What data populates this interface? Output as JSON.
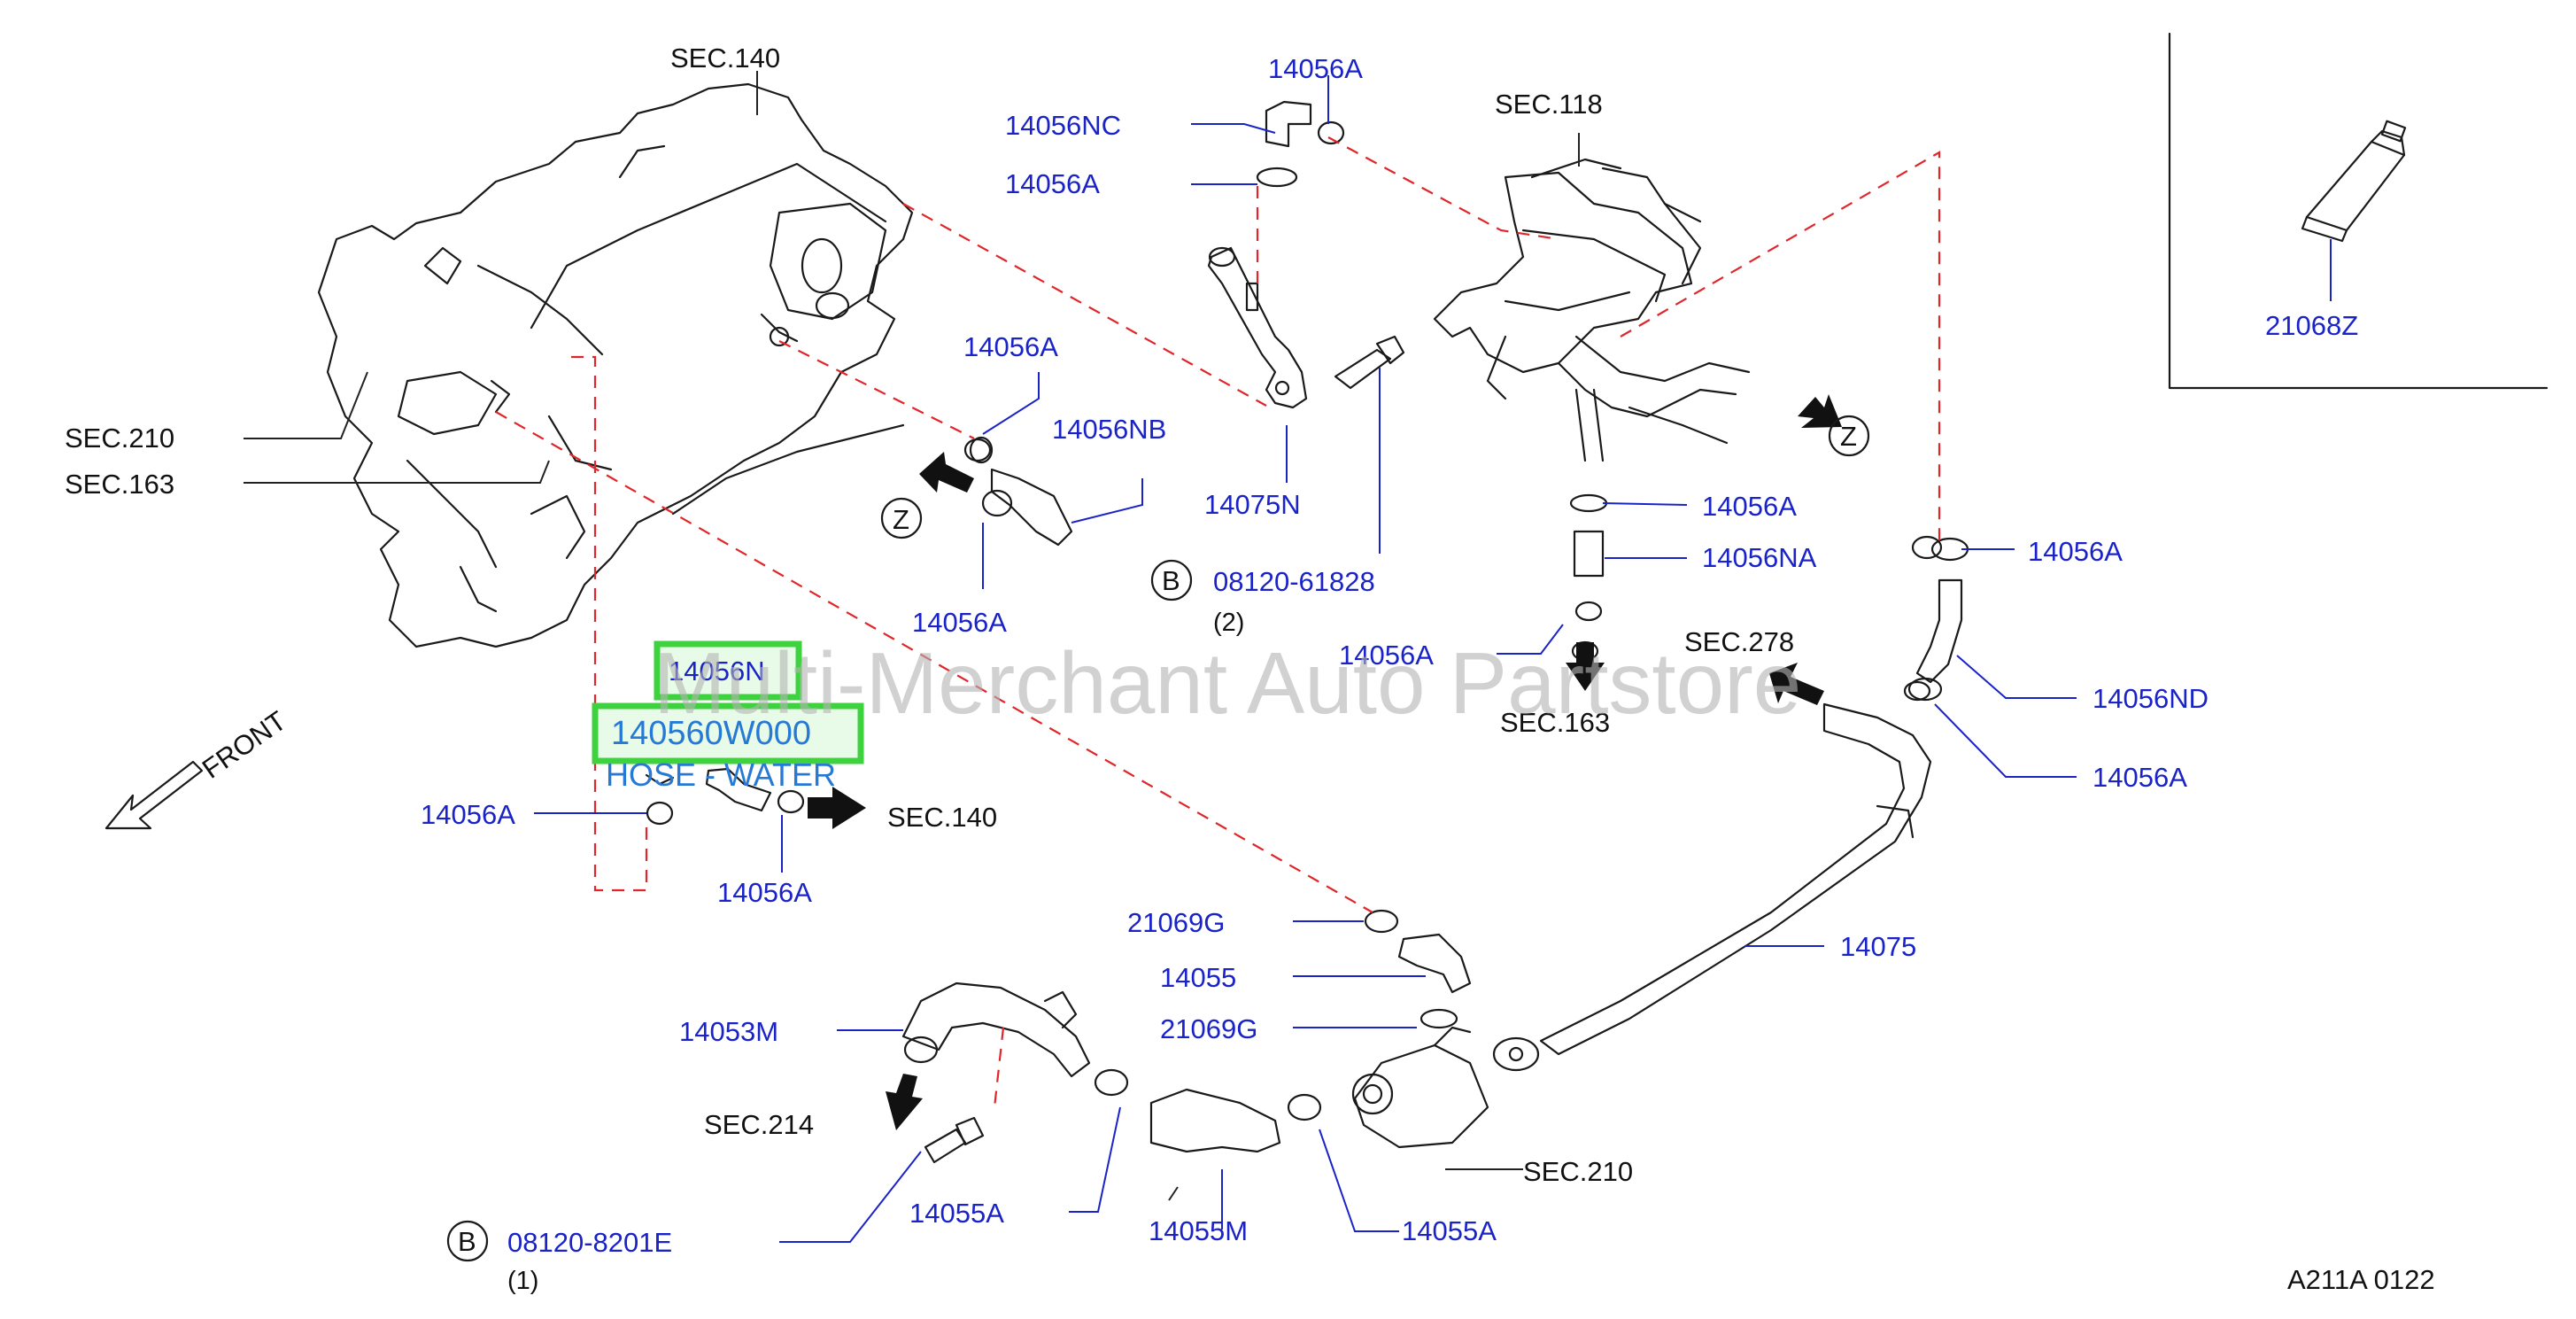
{
  "diagram_code": "A211A  0122",
  "watermark": "Multi-Merchant Auto Partstore",
  "front_label": "FRONT",
  "zoom_marker": "Z",
  "bolt_marker": "B",
  "highlight": {
    "label": "14056N",
    "part_number": "140560W000",
    "description": "HOSE - WATER"
  },
  "callouts": {
    "sec140_top": "SEC.140",
    "sec118": "SEC.118",
    "sec210_left": "SEC.210",
    "sec163_left": "SEC.163",
    "sec140_mid": "SEC.140",
    "sec278": "SEC.278",
    "sec163_mid": "SEC.163",
    "sec214": "SEC.214",
    "sec210_bottom": "SEC.210",
    "p14056A_top": "14056A",
    "p14056NC": "14056NC",
    "p14056A_top2": "14056A",
    "p14056A_mid": "14056A",
    "p14056NB": "14056NB",
    "p14056A_mid2": "14056A",
    "p14075N": "14075N",
    "p08120_61828": "08120-61828",
    "qty_2": "(2)",
    "p14056A_r1": "14056A",
    "p14056NA": "14056NA",
    "p14056A_r2": "14056A",
    "p14056A_far": "14056A",
    "p14056ND": "14056ND",
    "p14056A_far2": "14056A",
    "p14056A_left": "14056A",
    "p14056A_low": "14056A",
    "p21069G_1": "21069G",
    "p14055": "14055",
    "p21069G_2": "21069G",
    "p14053M": "14053M",
    "p14075": "14075",
    "p14055A_1": "14055A",
    "p14055M": "14055M",
    "p14055A_2": "14055A",
    "p08120_8201E": "08120-8201E",
    "qty_1": "(1)",
    "p21068Z": "21068Z"
  },
  "colors": {
    "part_label": "#1a23c8",
    "dashed_line": "#e0262a",
    "highlight_box": "#3ed23e",
    "hover_text": "#2779d6"
  }
}
